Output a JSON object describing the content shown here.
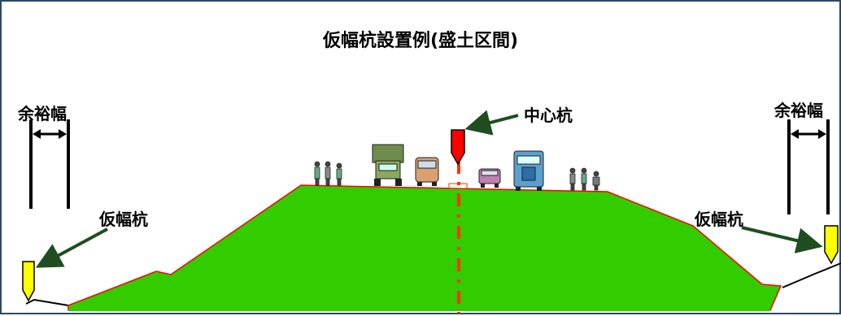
{
  "title": "仮幅杭設置例(盛土区間)",
  "labels": {
    "margin_left": "余裕幅",
    "margin_right": "余裕幅",
    "temp_stake_left": "仮幅杭",
    "temp_stake_right": "仮幅杭",
    "center_stake": "中心杭"
  },
  "colors": {
    "embankment": "#33cc00",
    "embankment_edge": "#ff0000",
    "center_line": "#ff3300",
    "center_stake": "#ff0000",
    "temp_stake": "#ffff00",
    "arrow": "#1f4d1f",
    "border": "#2a4a6a"
  },
  "icons": [
    "pedestrian-icon",
    "truck-icon",
    "van-icon",
    "car-icon",
    "bus-icon"
  ]
}
